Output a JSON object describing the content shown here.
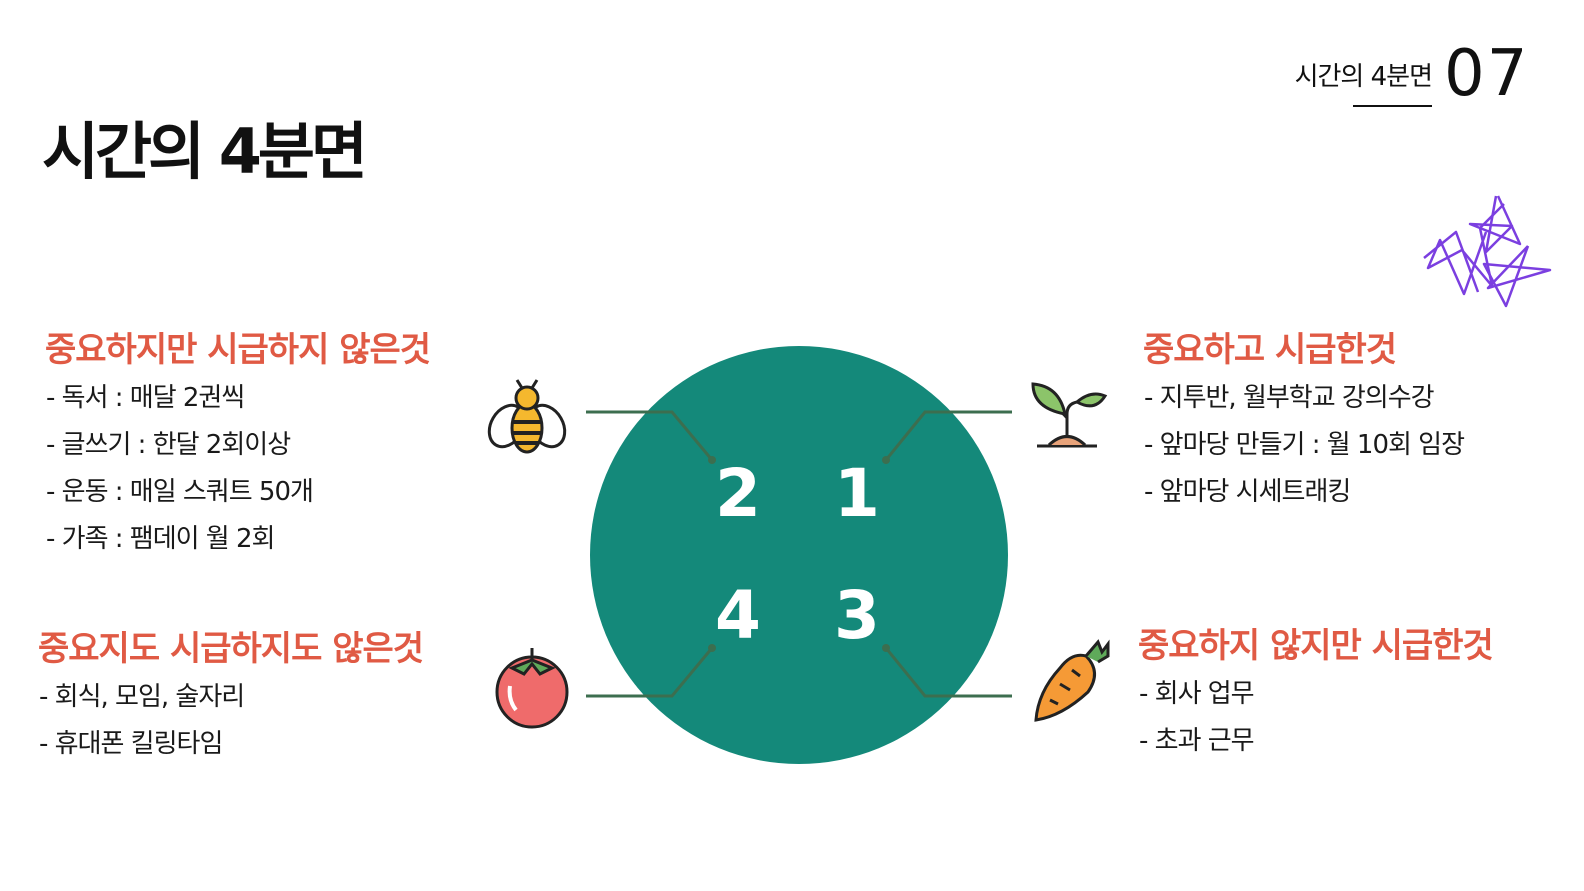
{
  "header": {
    "corner_label": "시간의 4분면",
    "corner_number": "07",
    "title": "시간의 4분면"
  },
  "quadrants": {
    "q1": {
      "number": "1",
      "title": "중요하고 시급한것",
      "icon": "sprout-icon",
      "items": [
        "지투반, 월부학교 강의수강",
        "앞마당 만들기 : 월 10회 임장",
        "앞마당 시세트래킹"
      ]
    },
    "q2": {
      "number": "2",
      "title": "중요하지만 시급하지 않은것",
      "icon": "bee-icon",
      "items": [
        "독서 : 매달 2권씩",
        "글쓰기 : 한달 2회이상",
        "운동 : 매일 스쿼트 50개",
        "가족 : 팸데이 월 2회"
      ]
    },
    "q3": {
      "number": "3",
      "title": "중요하지 않지만 시급한것",
      "icon": "carrot-icon",
      "items": [
        "회사 업무",
        "초과 근무"
      ]
    },
    "q4": {
      "number": "4",
      "title": "중요지도 시급하지도 않은것",
      "icon": "tomato-icon",
      "items": [
        "회식, 모임, 술자리",
        "휴대폰 킬링타임"
      ]
    }
  },
  "colors": {
    "circle": "#14897a",
    "connector": "#3c6e4f",
    "accent_title": "#e05a44",
    "scribble": "#7b3fe0"
  }
}
